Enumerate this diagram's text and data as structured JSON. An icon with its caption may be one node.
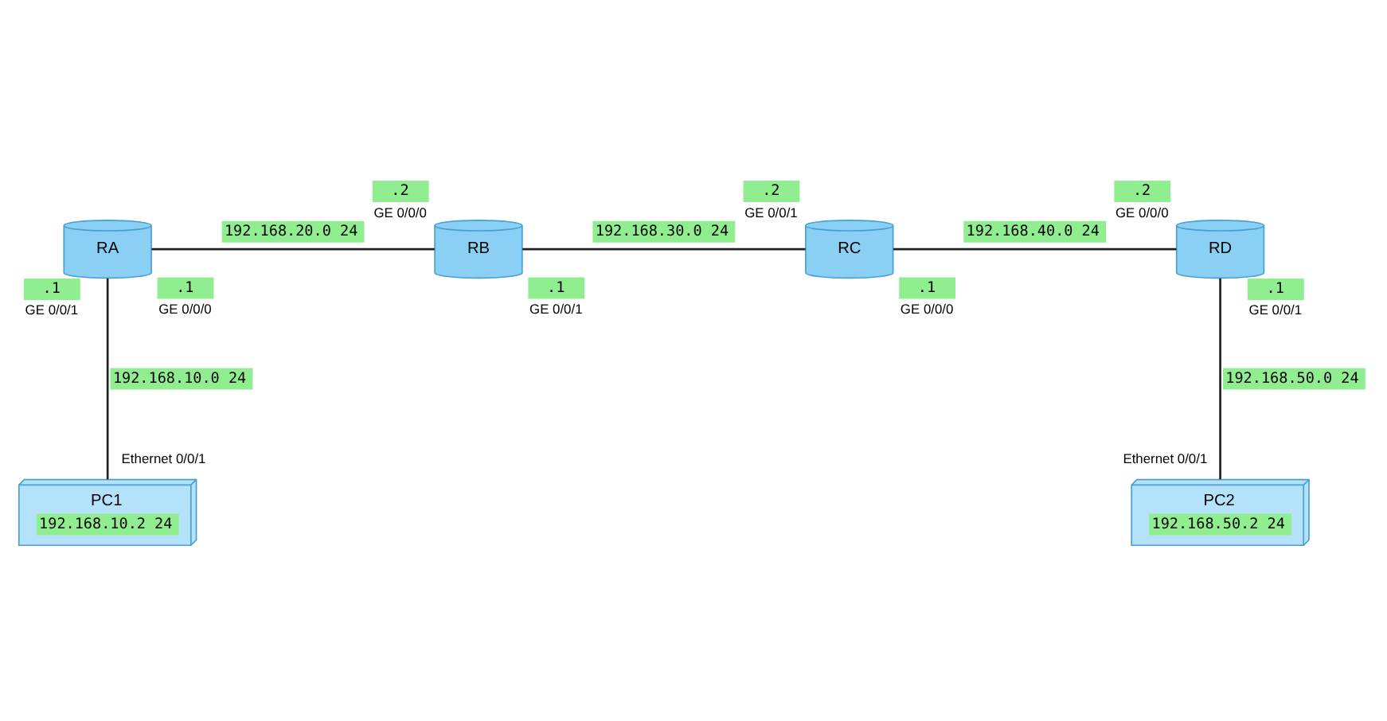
{
  "diagram": {
    "nodes": [
      {
        "text": [
          "RA"
        ],
        "beside": [
          ".1",
          "GE 0/0/0",
          "GE 0/0/1",
          ".1"
        ]
      },
      {
        "text": [
          "RB"
        ],
        "beside": [
          ".2",
          "GE 0/0/0",
          ".1",
          "GE 0/0/1"
        ]
      },
      {
        "text": [
          "RC"
        ],
        "beside": [
          ".2",
          "GE 0/0/1",
          ".1",
          "GE 0/0/0"
        ]
      },
      {
        "text": [
          "RD"
        ],
        "beside": [
          ".2",
          "GE 0/0/0",
          ".1",
          "GE 0/0/1"
        ]
      },
      {
        "text": [
          "PC1",
          "192.168.10.2 24"
        ],
        "beside": [
          "Ethernet 0/0/1"
        ]
      },
      {
        "text": [
          "PC2",
          "192.168.50.2 24"
        ],
        "beside": [
          "Ethernet 0/0/1"
        ]
      }
    ],
    "edges": [
      {
        "from": 0,
        "to": 1,
        "arrow": "none",
        "label": "192.168.20.0 24"
      },
      {
        "from": 1,
        "to": 2,
        "arrow": "none",
        "label": "192.168.30.0 24"
      },
      {
        "from": 2,
        "to": 3,
        "arrow": "none",
        "label": "192.168.40.0 24"
      },
      {
        "from": 0,
        "to": 4,
        "arrow": "none",
        "label": "192.168.10.0 24"
      },
      {
        "from": 3,
        "to": 5,
        "arrow": "none",
        "label": "192.168.50.0 24"
      }
    ]
  }
}
